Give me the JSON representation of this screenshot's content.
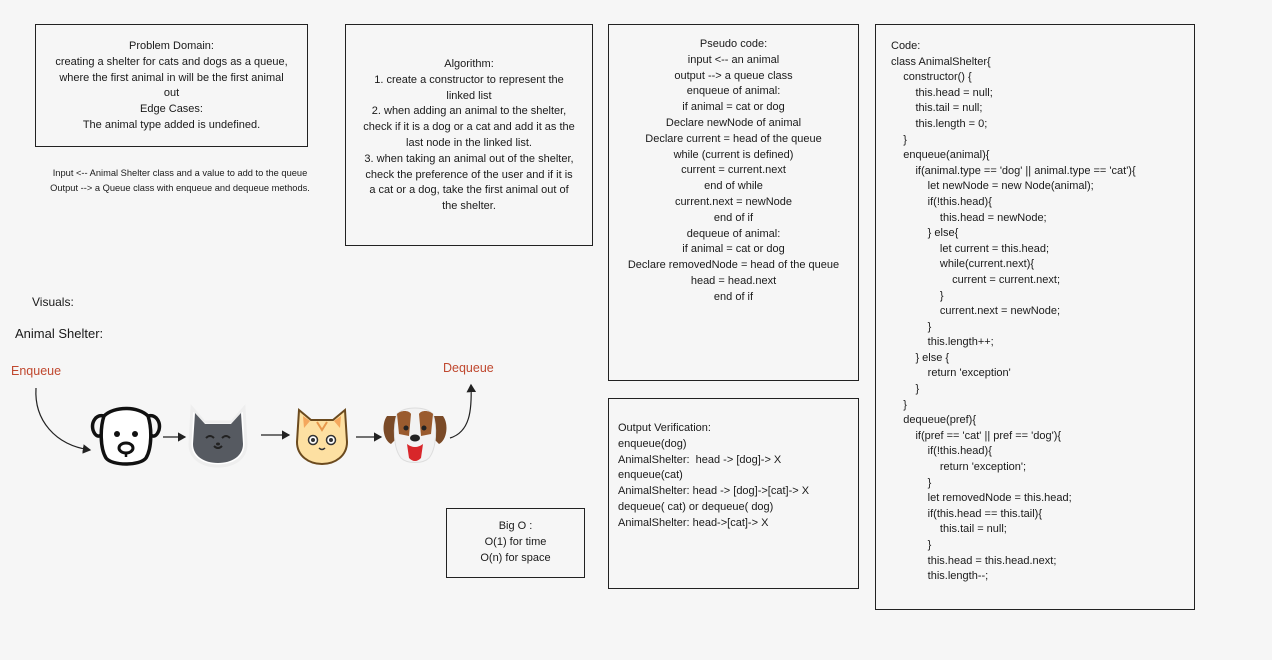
{
  "problem": {
    "lines": [
      "Problem Domain:",
      "creating a shelter for cats and dogs as a queue,",
      "where the first animal in will be the first animal",
      "out",
      "Edge Cases:",
      "The animal type added is undefined."
    ]
  },
  "io_note": {
    "input": "Input <-- Animal Shelter class and a value to add to the queue",
    "output": "Output --> a Queue class with enqueue and dequeue methods."
  },
  "algorithm": {
    "lines": [
      "Algorithm:",
      "1. create a constructor to represent the",
      "linked list",
      "2. when adding an animal to the shelter,",
      "check if it is a dog or a cat and add it as the",
      "last node in the linked list.",
      "3. when taking an animal out of the shelter,",
      "check the preference of the user and if it is",
      "a cat or a dog, take the first animal out of",
      "the shelter."
    ]
  },
  "pseudo": {
    "lines": [
      "Pseudo code:",
      "input <-- an animal",
      "output --> a queue class",
      "",
      "",
      "enqueue of animal:",
      "if animal = cat or dog",
      "Declare newNode of animal",
      "Declare current = head of the queue",
      "while (current is defined)",
      "current = current.next",
      "end of while",
      "current.next = newNode",
      "end of if",
      "",
      "dequeue of animal:",
      "if animal = cat or dog",
      "Declare removedNode = head of the queue",
      "head = head.next",
      "end of if"
    ]
  },
  "code": {
    "lines": [
      "Code:",
      "class AnimalShelter{",
      "    constructor() {",
      "        this.head = null;",
      "        this.tail = null;",
      "        this.length = 0;",
      "    }",
      "    enqueue(animal){",
      "        if(animal.type == 'dog' || animal.type == 'cat'){",
      "            let newNode = new Node(animal);",
      "            if(!this.head){",
      "                this.head = newNode;",
      "            } else{",
      "                let current = this.head;",
      "                while(current.next){",
      "                    current = current.next;",
      "                }",
      "                current.next = newNode;",
      "            }",
      "            this.length++;",
      "        } else {",
      "            return 'exception'",
      "        }",
      "    }",
      "    dequeue(pref){",
      "        if(pref == 'cat' || pref == 'dog'){",
      "            if(!this.head){",
      "                return 'exception';",
      "            }",
      "            let removedNode = this.head;",
      "            if(this.head == this.tail){",
      "                this.tail = null;",
      "            }",
      "            this.head = this.head.next;",
      "            this.length--;"
    ]
  },
  "output": {
    "lines": [
      "Output Verification:",
      "enqueue(dog)",
      "AnimalShelter:  head -> [dog]-> X",
      "enqueue(cat)",
      "AnimalShelter: head -> [dog]->[cat]-> X",
      "",
      "dequeue( cat) or dequeue( dog)",
      "AnimalShelter: head->[cat]-> X"
    ]
  },
  "bigo": {
    "lines": [
      "Big O :",
      "O(1) for time",
      "O(n) for space"
    ]
  },
  "visuals": {
    "visuals_label": "Visuals:",
    "shelter_label": "Animal Shelter:",
    "enqueue_label": "Enqueue",
    "dequeue_label": "Dequeue"
  },
  "colors": {
    "accent_red": "#c0482f",
    "border": "#222222",
    "background": "#f6f6f6"
  },
  "icons": [
    "dog-outline-icon",
    "gray-cat-icon",
    "orange-cat-icon",
    "saint-bernard-dog-icon"
  ]
}
